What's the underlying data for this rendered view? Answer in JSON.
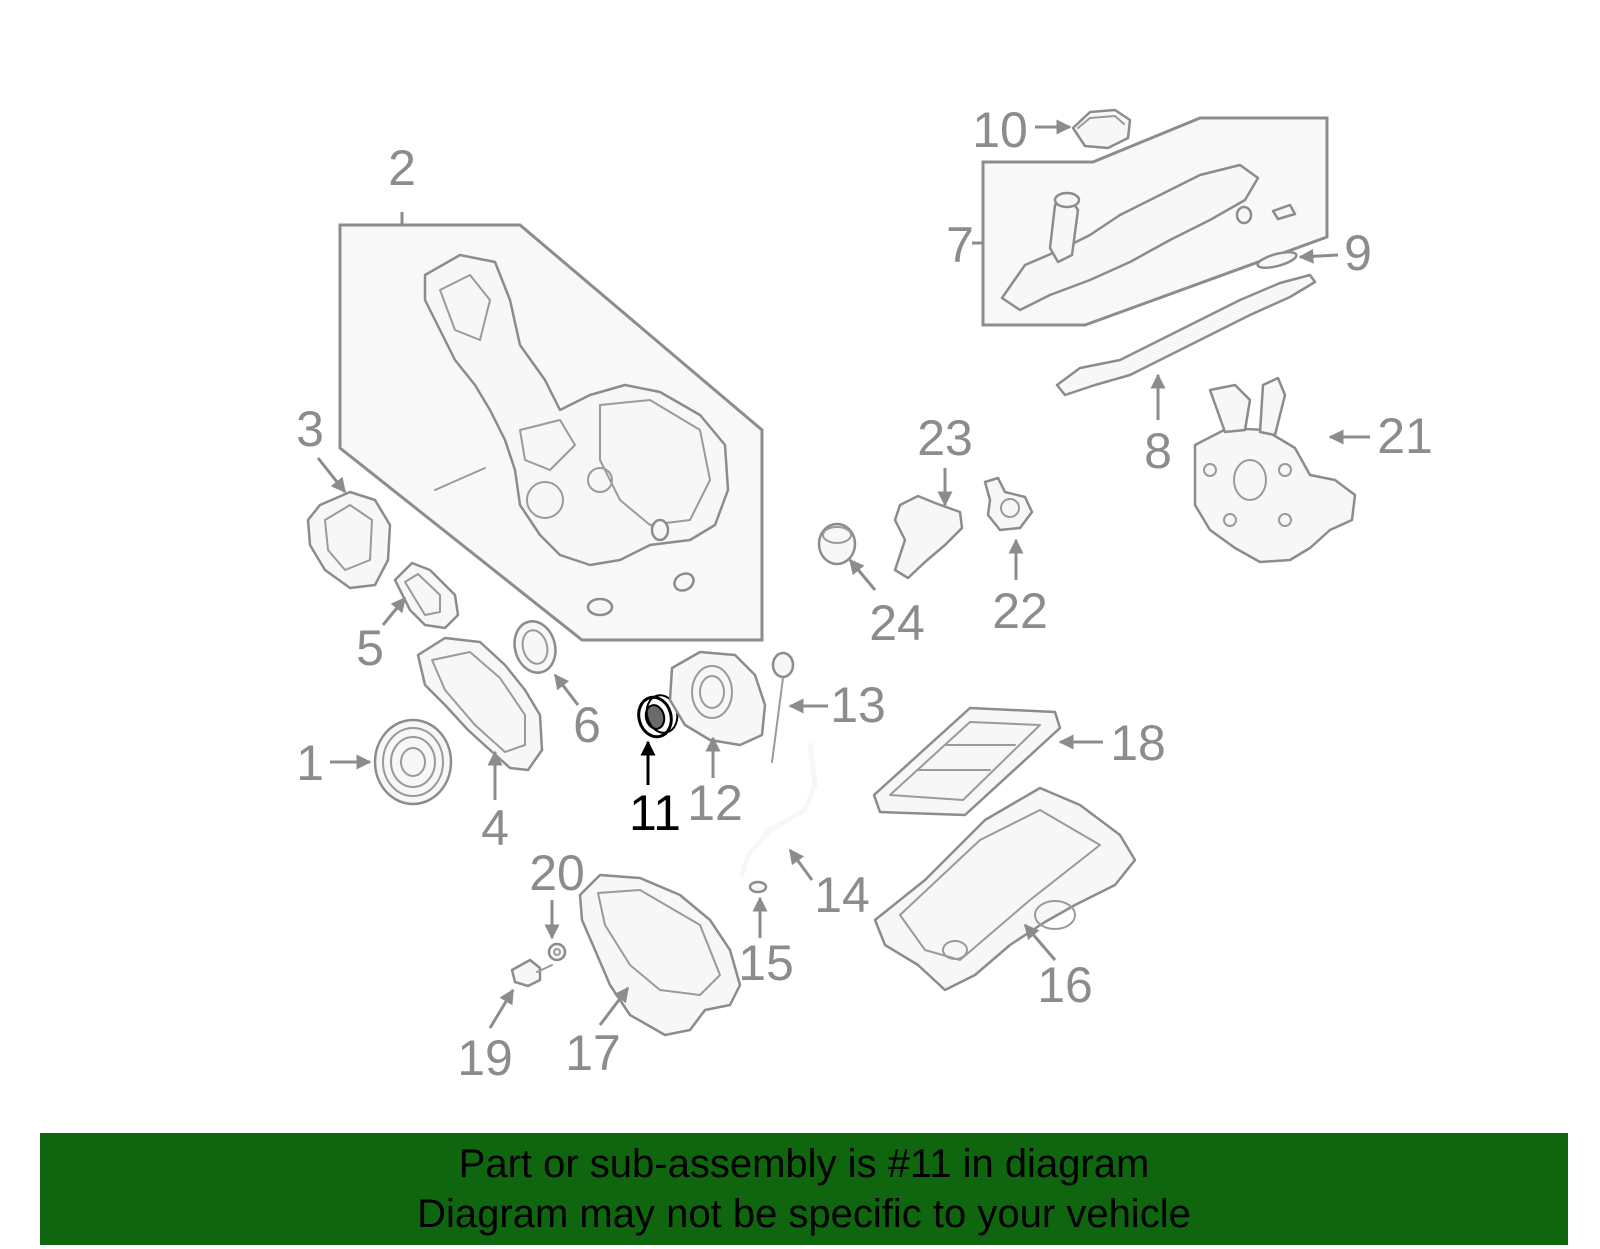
{
  "diagram": {
    "highlighted_part": "11",
    "colors": {
      "parts": "#8c8c8c",
      "highlight": "#000000",
      "banner": "#0f660f"
    },
    "callouts": [
      "1",
      "2",
      "3",
      "4",
      "5",
      "6",
      "7",
      "8",
      "9",
      "10",
      "11",
      "12",
      "13",
      "14",
      "15",
      "16",
      "17",
      "18",
      "19",
      "20",
      "21",
      "22",
      "23",
      "24"
    ]
  },
  "banner": {
    "line1": "Part or sub-assembly is #11 in diagram",
    "line2": "Diagram may not be specific to your vehicle"
  }
}
